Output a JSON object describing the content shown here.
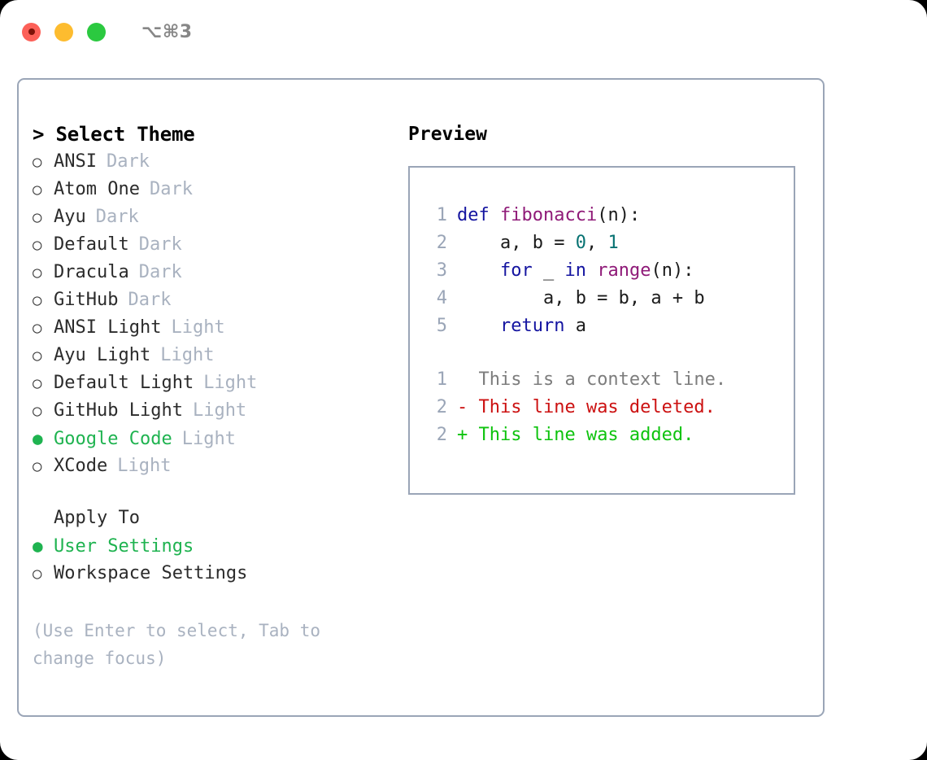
{
  "titlebar": {
    "shortcut": "⌥⌘3",
    "lights": [
      {
        "name": "close-button",
        "color": "#fc6058"
      },
      {
        "name": "minimize-button",
        "color": "#fdbc2f"
      },
      {
        "name": "maximize-button",
        "color": "#2bc940"
      }
    ]
  },
  "theme_picker": {
    "header": "> Select Theme",
    "bullet_empty": "○",
    "bullet_filled": "●",
    "items": [
      {
        "label": "ANSI",
        "tag": "Dark",
        "selected": false
      },
      {
        "label": "Atom One",
        "tag": "Dark",
        "selected": false
      },
      {
        "label": "Ayu",
        "tag": "Dark",
        "selected": false
      },
      {
        "label": "Default",
        "tag": "Dark",
        "selected": false
      },
      {
        "label": "Dracula",
        "tag": "Dark",
        "selected": false
      },
      {
        "label": "GitHub",
        "tag": "Dark",
        "selected": false
      },
      {
        "label": "ANSI Light",
        "tag": "Light",
        "selected": false
      },
      {
        "label": "Ayu Light",
        "tag": "Light",
        "selected": false
      },
      {
        "label": "Default Light",
        "tag": "Light",
        "selected": false
      },
      {
        "label": "GitHub Light",
        "tag": "Light",
        "selected": false
      },
      {
        "label": "Google Code",
        "tag": "Light",
        "selected": true
      },
      {
        "label": "XCode",
        "tag": "Light",
        "selected": false
      }
    ]
  },
  "apply_to": {
    "header": "Apply To",
    "items": [
      {
        "label": "User Settings",
        "selected": true
      },
      {
        "label": "Workspace Settings",
        "selected": false
      }
    ]
  },
  "hint": "(Use Enter to select, Tab to change focus)",
  "preview": {
    "title": "Preview",
    "code_lines": [
      {
        "no": "1",
        "tokens": [
          {
            "t": "def ",
            "c": "kw"
          },
          {
            "t": "fibonacci",
            "c": "fn"
          },
          {
            "t": "(n):",
            "c": "pl"
          }
        ]
      },
      {
        "no": "2",
        "tokens": [
          {
            "t": "    a, b = ",
            "c": "pl"
          },
          {
            "t": "0",
            "c": "num"
          },
          {
            "t": ", ",
            "c": "pl"
          },
          {
            "t": "1",
            "c": "num"
          }
        ]
      },
      {
        "no": "3",
        "tokens": [
          {
            "t": "    ",
            "c": "pl"
          },
          {
            "t": "for",
            "c": "kw"
          },
          {
            "t": " _ ",
            "c": "pl"
          },
          {
            "t": "in",
            "c": "kw"
          },
          {
            "t": " ",
            "c": "pl"
          },
          {
            "t": "range",
            "c": "fn"
          },
          {
            "t": "(n):",
            "c": "pl"
          }
        ]
      },
      {
        "no": "4",
        "tokens": [
          {
            "t": "        a, b = b, a + b",
            "c": "pl"
          }
        ]
      },
      {
        "no": "5",
        "tokens": [
          {
            "t": "    ",
            "c": "pl"
          },
          {
            "t": "return",
            "c": "kw"
          },
          {
            "t": " a",
            "c": "pl"
          }
        ]
      }
    ],
    "diff_lines": [
      {
        "no": "1",
        "marker": " ",
        "text": " This is a context line.",
        "kind": "ctx"
      },
      {
        "no": "2",
        "marker": "-",
        "text": " This line was deleted.",
        "kind": "del"
      },
      {
        "no": "2",
        "marker": "+",
        "text": " This line was added.",
        "kind": "add"
      }
    ]
  },
  "colors": {
    "accent_green": "#1fb350",
    "border": "#9aa5b7",
    "muted": "#a9b2c0",
    "keyword": "#1414a0",
    "function": "#8f1a78",
    "number": "#077272",
    "diff_context": "#7d7d7d",
    "diff_deleted": "#cc1111",
    "diff_added": "#0ec30e"
  }
}
